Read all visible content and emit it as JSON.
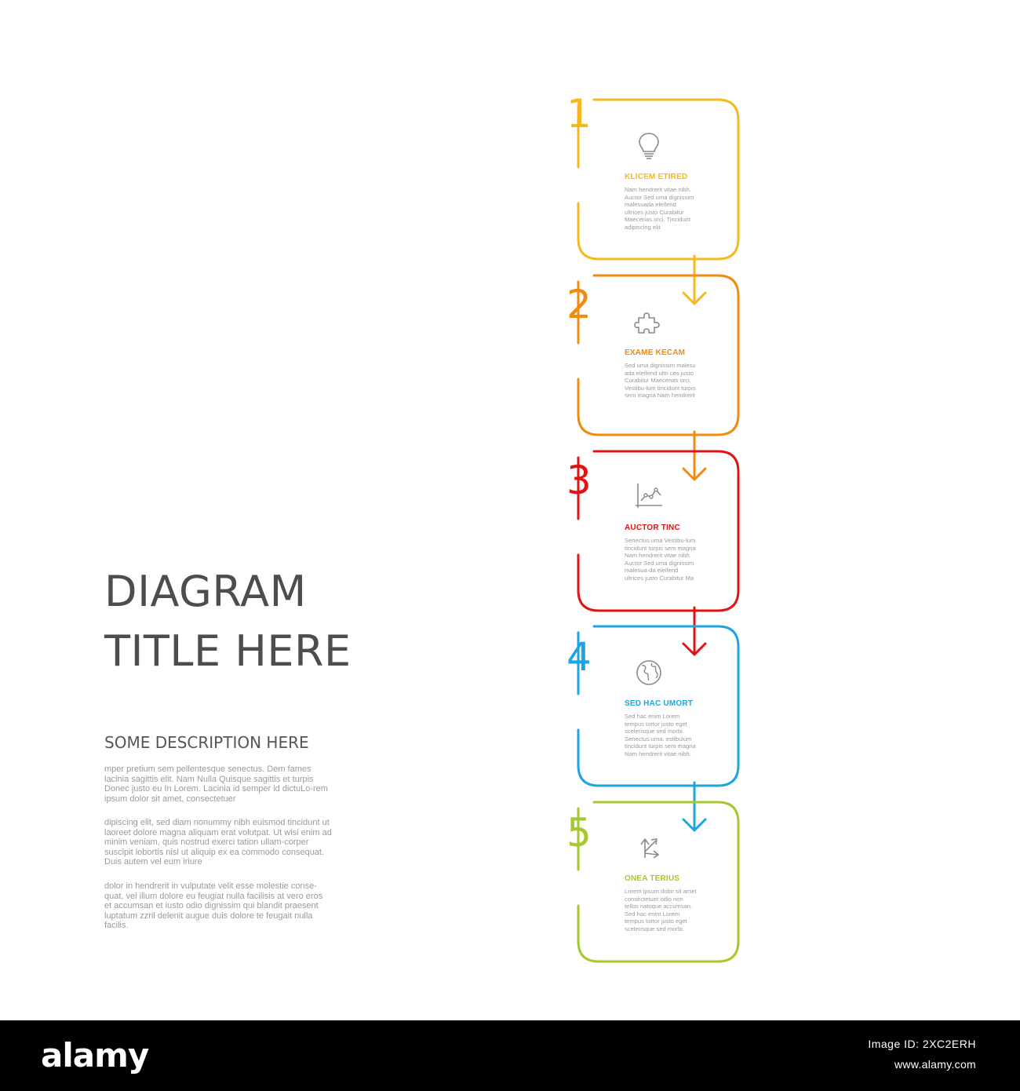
{
  "diagram": {
    "title_line1": "DIAGRAM",
    "title_line2": "TITLE HERE",
    "subtitle": "SOME DESCRIPTION HERE",
    "paragraphs": [
      "mper pretium sem pellentesque senectus. Dem fames lacinia sagittis elit. Nam Nulla Quisque sagittis et turpis Donec justo eu In Lorem. Lacinia id semper id dictuLo-rem ipsum dolor sit amet, consectetuer",
      "dipiscing elit, sed diam nonummy nibh euismod tincidunt ut laoreet dolore magna aliquam erat volutpat. Ut wisi enim ad minim veniam, quis nostrud exerci tation ullam-corper suscipit lobortis nisl ut aliquip ex ea commodo consequat. Duis autem vel eum iriure",
      "dolor in hendrerit in vulputate velit esse molestie conse-quat, vel illum dolore eu feugiat nulla facilisis at vero eros et accumsan et iusto odio dignissim qui blandit praesent luptatum zzril delenit augue duis dolore te feugait nulla facilis."
    ]
  },
  "steps": [
    {
      "number": "1",
      "title": "KLICEM ETIRED",
      "text": "Nam hendrerit vitae nibh. Auctor Sed uma dignissim malesuada eleifend ultrices justo Curabitur Maecenas orci. Tincidunt adipiscing elit",
      "icon": "lightbulb-icon",
      "color": "#f6b81f"
    },
    {
      "number": "2",
      "title": "EXAME KECAM",
      "text": "Sed uma dignissim malesu ada eleifend ultri ces justo Curabitur Maecenas orci. Vestibu-lum tincidunt turpis sem magna Nam hendrerit",
      "icon": "puzzle-icon",
      "color": "#f08a10"
    },
    {
      "number": "3",
      "title": "AUCTOR TINC",
      "text": "Senectus uma Vestibu-lum tincidunt turpis sem magna Nam hendrerit vitae nibh. Auctor Sed uma dignissim malesua-da eleifend ultrices justo Curabitur Ma",
      "icon": "chart-icon",
      "color": "#e01414"
    },
    {
      "number": "4",
      "title": "SED HAC UMORT",
      "text": "Sed hac enim Lorem tempus tortor justo eget scelerisque sed morbi. Senectus uma. estibulum tincidunt turpis sem magna Nam hendrerit vitae nibh.",
      "icon": "globe-icon",
      "color": "#1ea4df"
    },
    {
      "number": "5",
      "title": "ONEA TERIUS",
      "text": "Lorem ipsum dolor sit amet consectetuer odio non tellus natoque accumsan. Sed hac enim Lorem tempus tortor justo eget scelerisque sed morbi.",
      "icon": "arrows-icon",
      "color": "#a4c92a"
    }
  ],
  "footer": {
    "logo": "alamy",
    "image_id": "Image ID: 2XC2ERH",
    "site": "www.alamy.com"
  }
}
